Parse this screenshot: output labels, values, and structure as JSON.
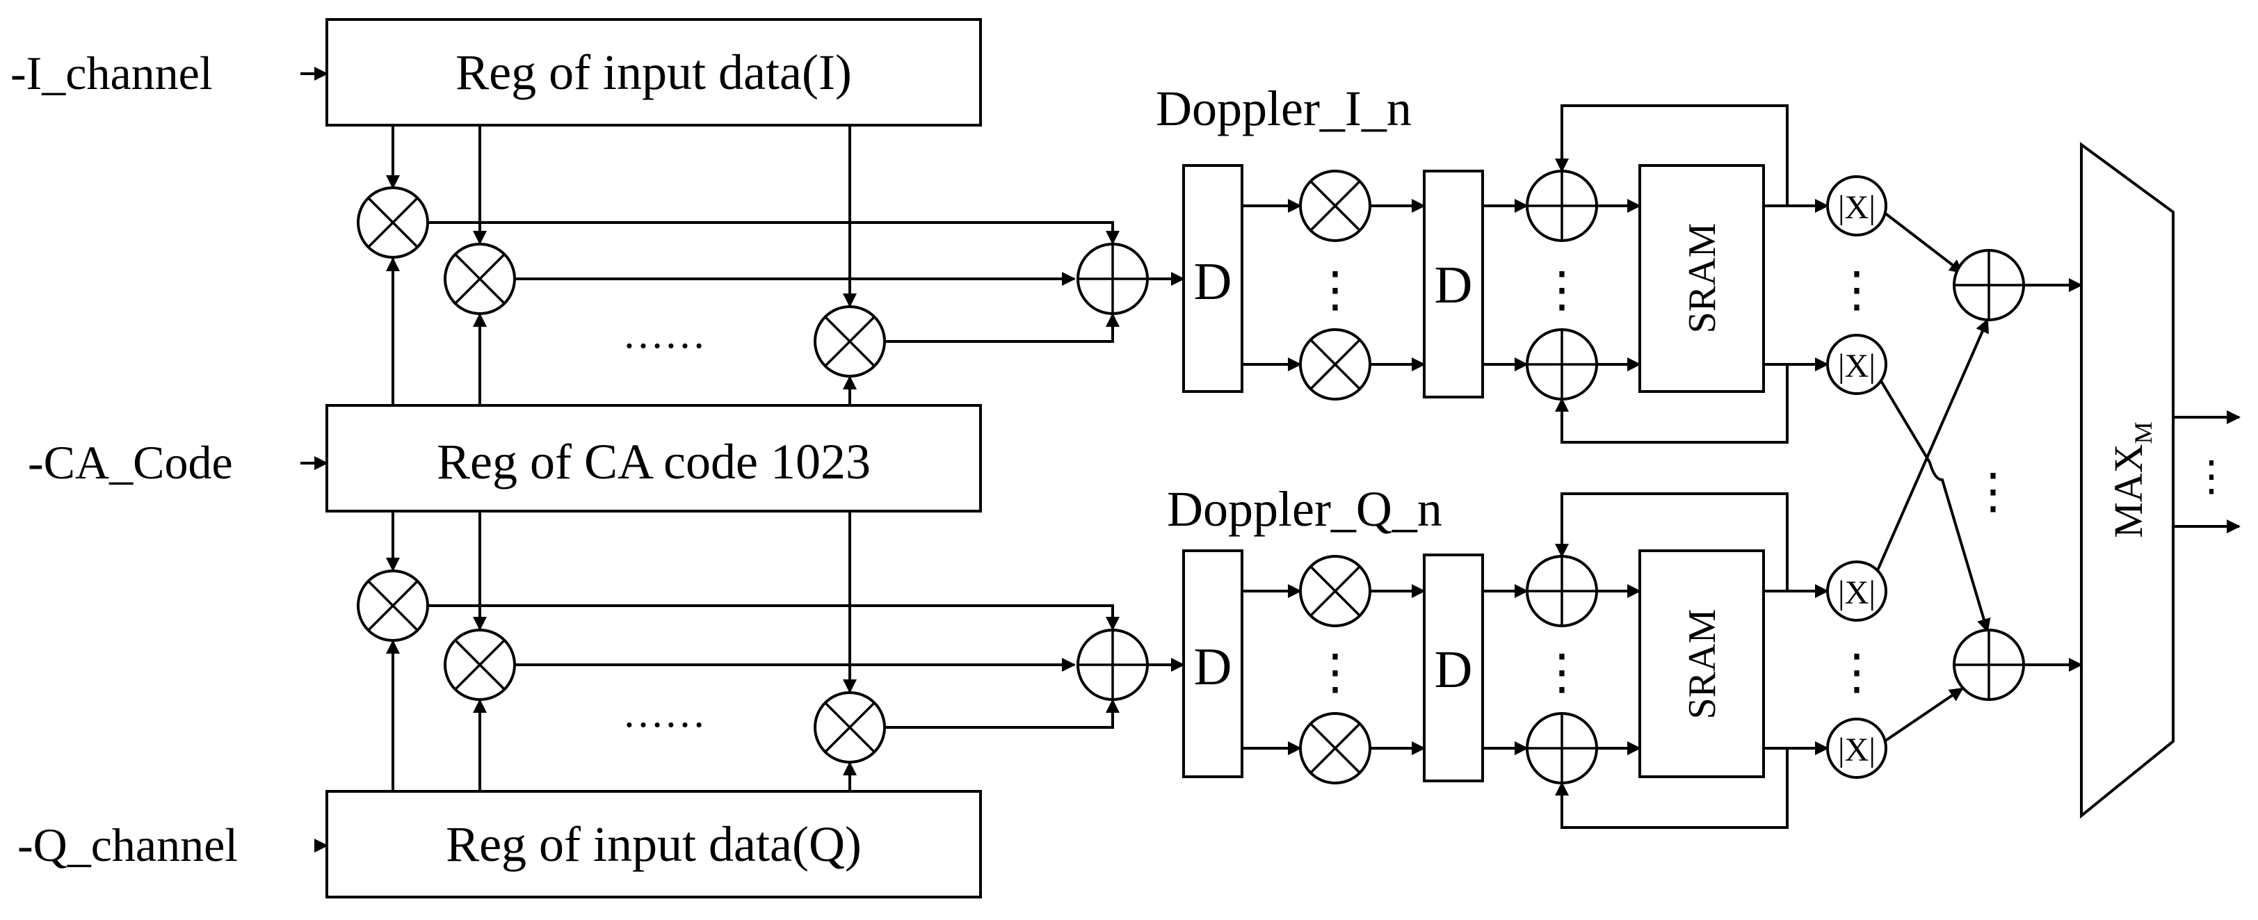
{
  "inputs": {
    "i_channel": "-I_channel",
    "ca_code": "-CA_Code",
    "q_channel": "-Q_channel"
  },
  "registers": {
    "input_i": "Reg of input data(I)",
    "ca_code": "Reg of CA code 1023",
    "input_q": "Reg of input data(Q)"
  },
  "doppler": {
    "i_label": "Doppler_I_n",
    "q_label": "Doppler_Q_n"
  },
  "blocks": {
    "delay_label": "D",
    "sram_label": "SRAM",
    "abs_label": "|X|",
    "max_main": "MAX",
    "max_sub": "M"
  },
  "ellipsis": {
    "horizontal": "……",
    "vertical": "⋮"
  }
}
